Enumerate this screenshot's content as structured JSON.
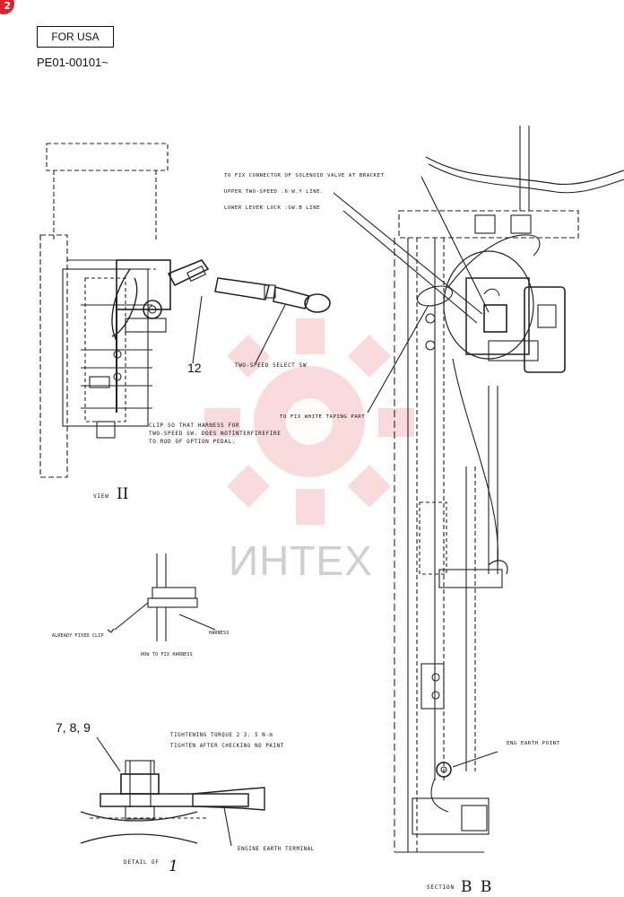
{
  "page": {
    "badge": "2"
  },
  "header": {
    "market_label": "FOR USA",
    "serial_range": "PE01-00101~"
  },
  "view2": {
    "callout_number": "12",
    "switch_label": "TWO-SPEED SELECT SW",
    "clip_note_line1": "CLIP SO THAT HARNESS FOR",
    "clip_note_line2": "TWO-SPEED SW. DOES NOTINTERFIREFIRE",
    "clip_note_line3": "TO ROD OF OPTION PEDAL.",
    "view_label": "VIEW",
    "view_numeral": "II"
  },
  "harness_detail": {
    "left_label": "ALREADY FIXED CLIP",
    "right_label": "HARNESS",
    "caption": "HOW TO FIX HARNESS"
  },
  "detail1": {
    "callout_numbers": "7, 8, 9",
    "torque_note": "TIGHTENING TORQUE 2 3. 5 N·m",
    "paint_note": "TIGHTEN AFTER CHECKING NO PAINT",
    "terminal_label": "ENGINE EARTH TERMINAL",
    "detail_label": "DETAIL OF",
    "detail_number": "1"
  },
  "section_bb": {
    "note_connector": "TO FIX CONNECTOR OF SOLENOID VALVE AT BRACKET",
    "note_upper": "UPPER TWO-SPEED .6·W.Y LINE.",
    "note_lower": "LOWER LEVER LOCK :GW.B LINE",
    "note_white_taping": "TO FIX WHITE TAPING PART",
    "earth_point": "ENG EARTH POINT",
    "section_label": "SECTION",
    "section_letters": "B B"
  },
  "watermark": {
    "text": "ИНТЕХ",
    "color": "#e03c44"
  }
}
